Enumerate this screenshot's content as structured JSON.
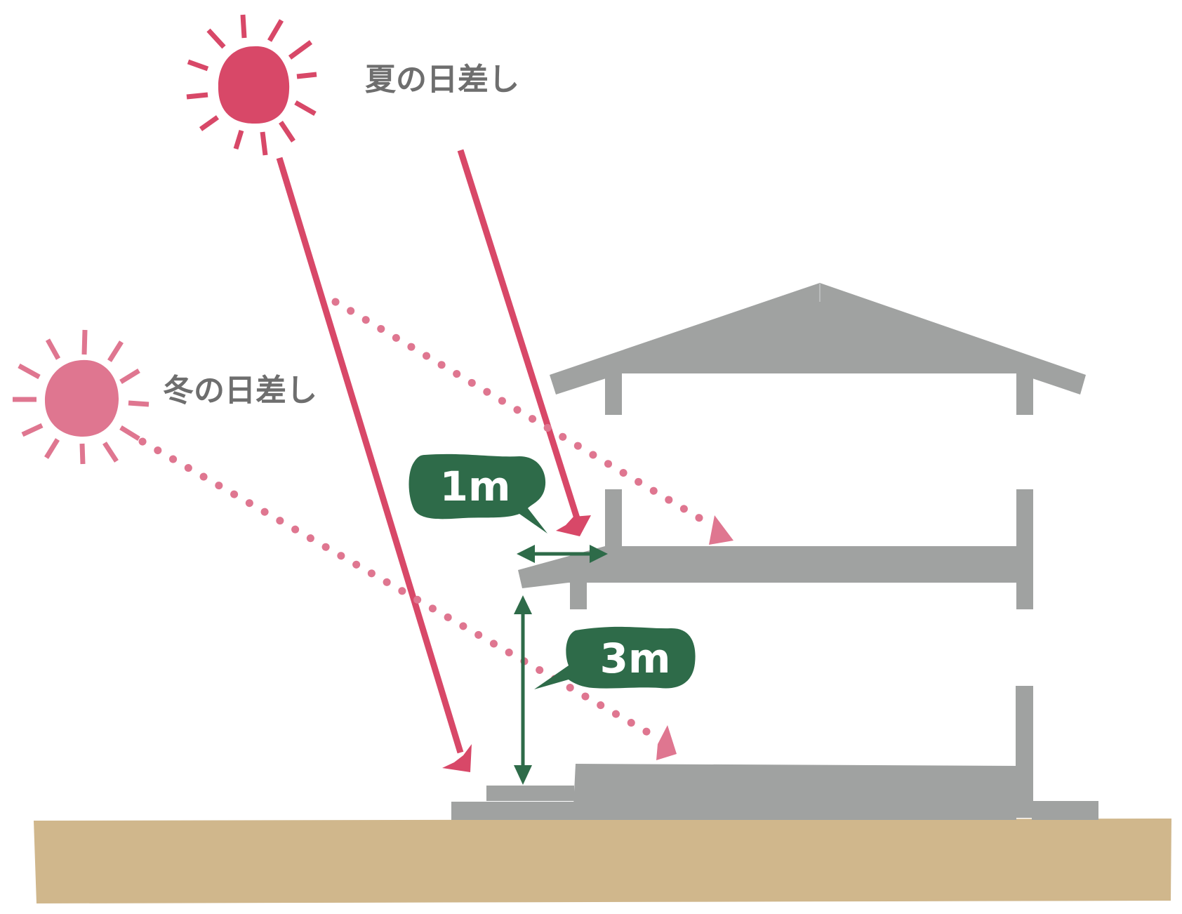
{
  "labels": {
    "summer_sun": "夏の日差し",
    "winter_sun": "冬の日差し"
  },
  "dimensions": {
    "eave_depth": "1m",
    "floor_height": "3m"
  },
  "colors": {
    "summer_sun": "#d84868",
    "winter_sun": "#df7690",
    "building": "#a0a2a1",
    "ground": "#d0b78c",
    "dimension": "#2e6b49",
    "label_text": "#6e6e6e",
    "badge_text": "#ffffff"
  }
}
